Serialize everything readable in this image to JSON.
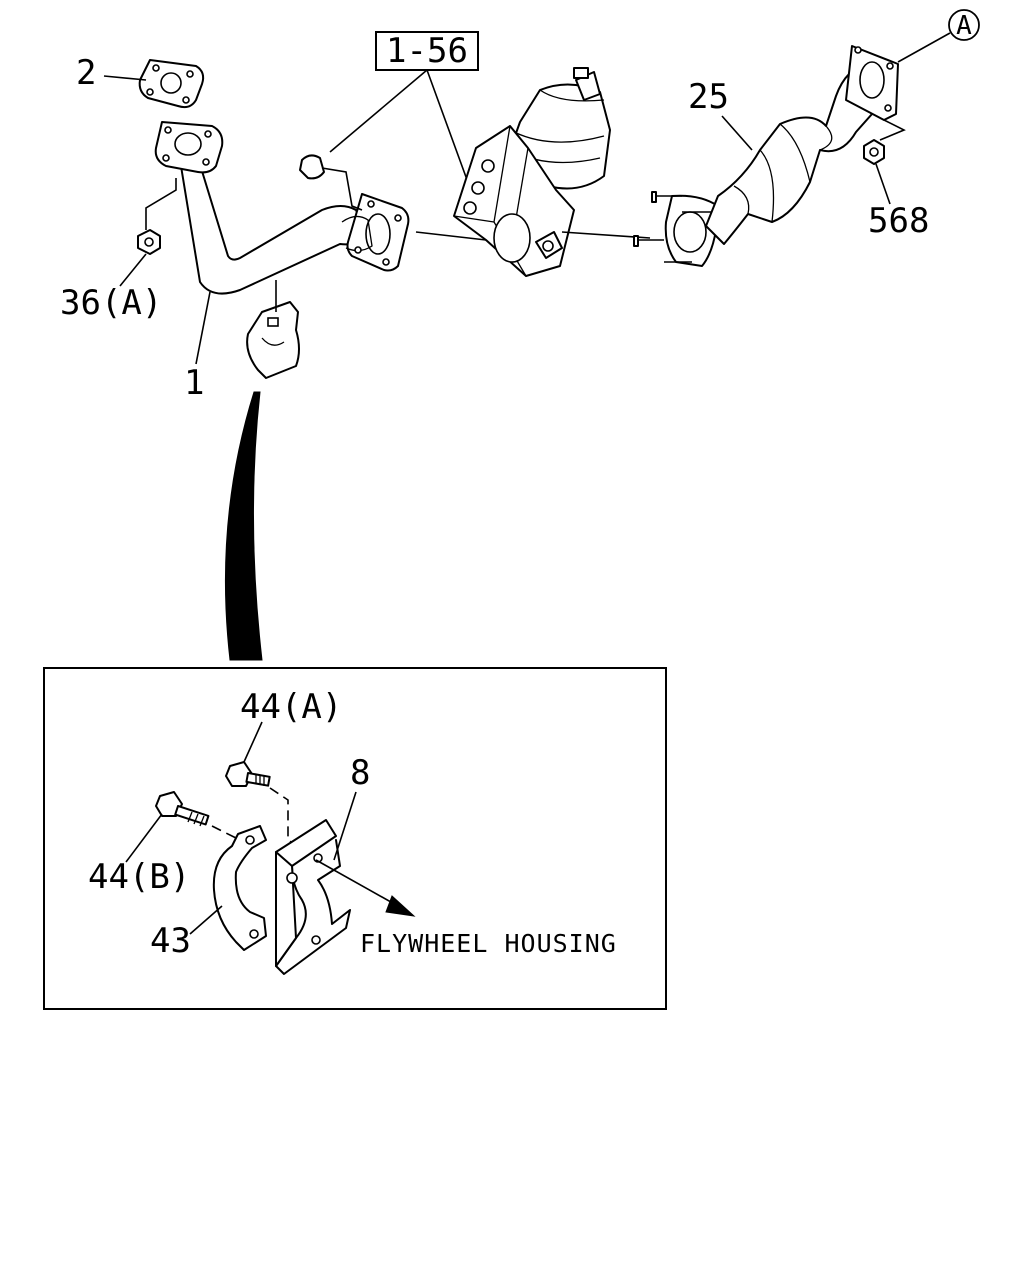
{
  "labels": {
    "group_ref": "1-56",
    "callout_a": "A",
    "gasket": "2",
    "front_pipe": "1",
    "nut_a": "36(A)",
    "exhaust_pipe": "25",
    "nut": "568",
    "bolt_a": "44(A)",
    "bolt_b": "44(B)",
    "bracket": "8",
    "clamp": "43"
  },
  "notes": {
    "destination": "FLYWHEEL HOUSING"
  }
}
